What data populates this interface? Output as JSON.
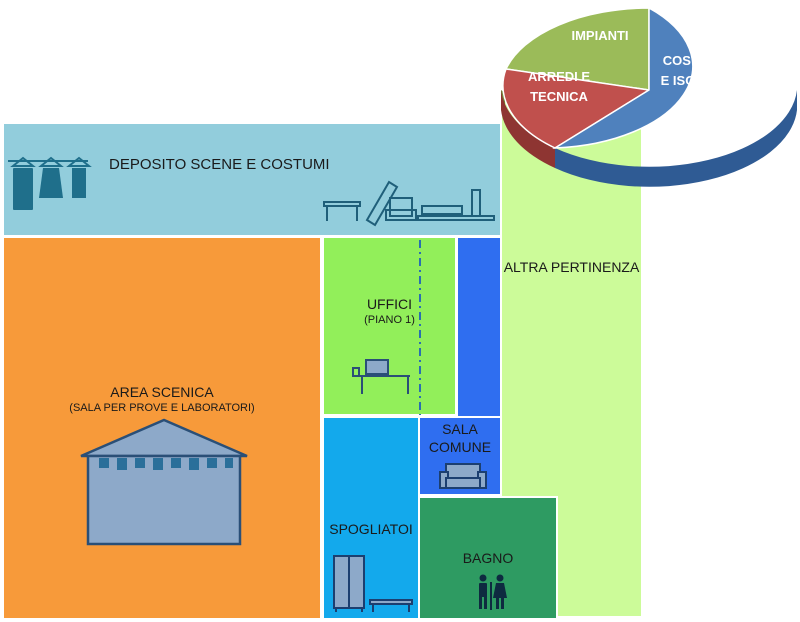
{
  "diagram": {
    "rooms": {
      "deposito": {
        "name": "DEPOSITO SCENE E COSTUMI",
        "color": "#92cddc"
      },
      "area_scenica": {
        "name": "AREA SCENICA",
        "subtitle": "(SALA PER PROVE E LABORATORI)",
        "color": "#f79a3a"
      },
      "uffici": {
        "name": "UFFICI",
        "subtitle": "(PIANO 1)",
        "color": "#92ef5a"
      },
      "corridor": {
        "color": "#2f6ef0"
      },
      "sala_comune": {
        "name": "SALA COMUNE",
        "color": "#2f6ef0"
      },
      "spogliatoi": {
        "name": "SPOGLIATOI",
        "color": "#13a9ec"
      },
      "bagno": {
        "name": "BAGNO",
        "color": "#2e9b62"
      },
      "altra_pertinenza": {
        "name": "ALTRA PERTINENZA",
        "color": "#ccfb99"
      }
    },
    "pie": {
      "slices": [
        {
          "label": "COSTRUZIONE E ISOLAMENTO",
          "line1": "COSTRUZIONE",
          "line2": "E ISOLAMENTO",
          "color": "#4f81bd",
          "side_color": "#33609a"
        },
        {
          "label": "ARREDI E TECNICA",
          "line1": "ARREDI E",
          "line2": "TECNICA",
          "color": "#c0504d",
          "side_color": "#8e3532"
        },
        {
          "label": "IMPIANTI",
          "line1": "IMPIANTI",
          "color": "#9bbb59",
          "side_color": "#6e8a3b"
        }
      ]
    },
    "icons": [
      "clothes-hanger-icon",
      "storage-furniture-icon",
      "stage-tent-icon",
      "desk-computer-icon",
      "sofa-icon",
      "locker-icon",
      "restroom-people-icon"
    ]
  }
}
